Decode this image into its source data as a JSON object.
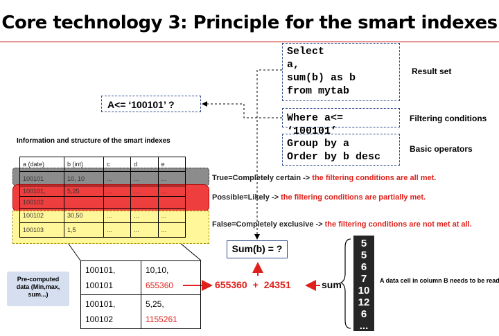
{
  "title": "Core technology 3:  Principle for the smart indexes",
  "sql": {
    "select_lines": [
      "Select",
      "a,",
      "sum(b) as b",
      "from mytab"
    ],
    "where_line": "Where a<= ‘100101’",
    "group_lines": [
      "Group by a",
      "Order by b desc"
    ]
  },
  "labels": {
    "result_set": "Result set",
    "filtering_conditions": "Filtering conditions",
    "basic_operators": "Basic operators"
  },
  "condition_box": "A<= ‘100101’ ?",
  "index_title": "Information and structure of the smart indexes",
  "index_table": {
    "headers": [
      "a (date)",
      "b (int)",
      "c",
      "d",
      "e"
    ],
    "rows": [
      [
        "100101",
        "10, 10",
        "...",
        "...",
        "..."
      ],
      [
        "100101,",
        "5,25",
        "...",
        "...",
        "..."
      ],
      [
        "100102",
        "",
        "",
        "",
        ""
      ],
      [
        "100102",
        "30,50",
        "...",
        "...",
        "..."
      ],
      [
        "100103",
        "1,5",
        "...",
        "...",
        "..."
      ]
    ]
  },
  "outcomes": [
    {
      "prefix": "True=Completely certain -> ",
      "highlight": "the filtering conditions are all met."
    },
    {
      "prefix": "Possible=Likely -> ",
      "highlight": "the filtering conditions are partially met."
    },
    {
      "prefix": "False=Completely exclusive -> ",
      "highlight": "the filtering conditions are not met at all."
    }
  ],
  "sum_box": "Sum(b) = ?",
  "precomputed_label": "Pre-computed data (Min,max, sum...)",
  "precomputed_table": [
    {
      "a1": "100101,",
      "a2": "100101",
      "b1": "10,10,",
      "b2": "655360"
    },
    {
      "a1": "100101,",
      "a2": "100102",
      "b1": "5,25,",
      "b2": "1155261"
    }
  ],
  "sum_expression": {
    "left": "655360",
    "op": "+",
    "right": "24351"
  },
  "sum_word": "sum",
  "column_values": [
    "5",
    "5",
    "6",
    "7",
    "10",
    "12",
    "6",
    "..."
  ],
  "cell_note": "A data cell in column B needs to be read",
  "colors": {
    "title_rule": "#c00000",
    "box_border": "#2e4a8a",
    "red": "#e0201a",
    "gray_band": "#8c8c8c",
    "red_band": "#ee3e3e",
    "yellow_band": "#fff79a",
    "stack_dark": "#262626"
  }
}
